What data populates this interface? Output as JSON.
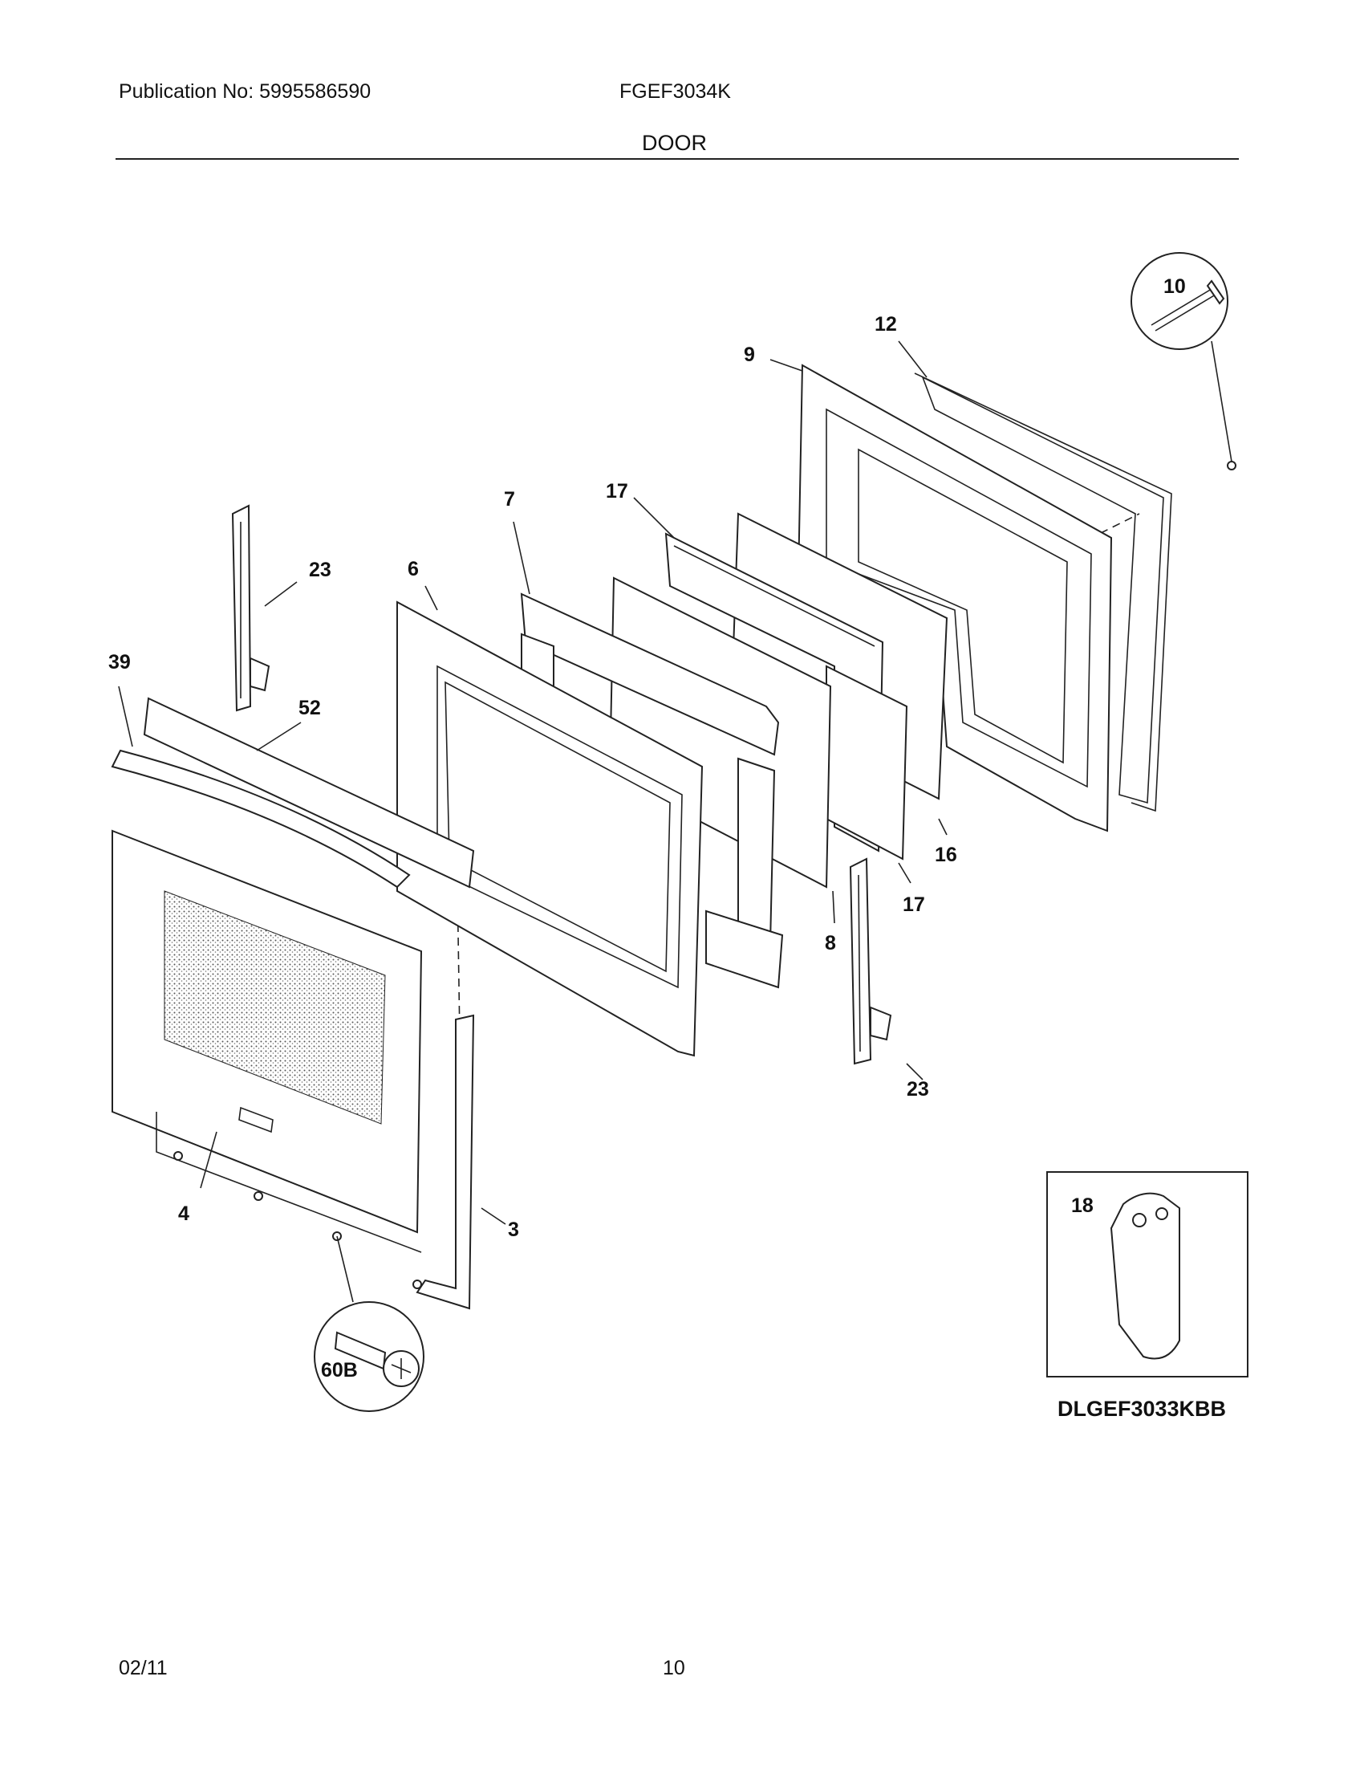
{
  "header": {
    "publication": "Publication No: 5995586590",
    "model": "FGEF3034K",
    "section": "DOOR"
  },
  "diagram": {
    "callouts": {
      "c3": "3",
      "c4": "4",
      "c6": "6",
      "c7": "7",
      "c8": "8",
      "c9": "9",
      "c10": "10",
      "c12": "12",
      "c16": "16",
      "c17a": "17",
      "c17b": "17",
      "c18": "18",
      "c23a": "23",
      "c23b": "23",
      "c39": "39",
      "c52": "52",
      "c60b": "60B"
    },
    "variant_note": "DLGEF3033KBB"
  },
  "footer": {
    "date": "02/11",
    "page": "10"
  }
}
